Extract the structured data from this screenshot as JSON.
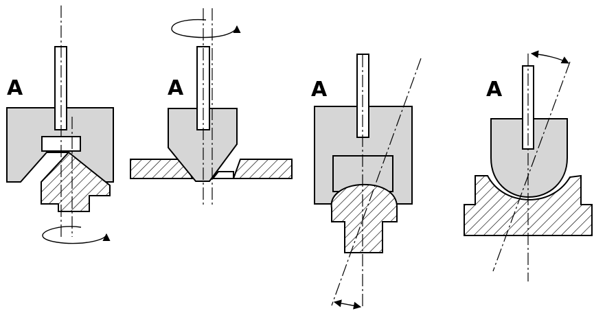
{
  "figure": {
    "background": "#ffffff",
    "part_fill": "#d6d6d6",
    "line_color": "#000000",
    "panels": [
      {
        "id": "panel-1",
        "label": "A"
      },
      {
        "id": "panel-2",
        "label": "A"
      },
      {
        "id": "panel-3",
        "label": "A"
      },
      {
        "id": "panel-4",
        "label": "A"
      }
    ]
  }
}
